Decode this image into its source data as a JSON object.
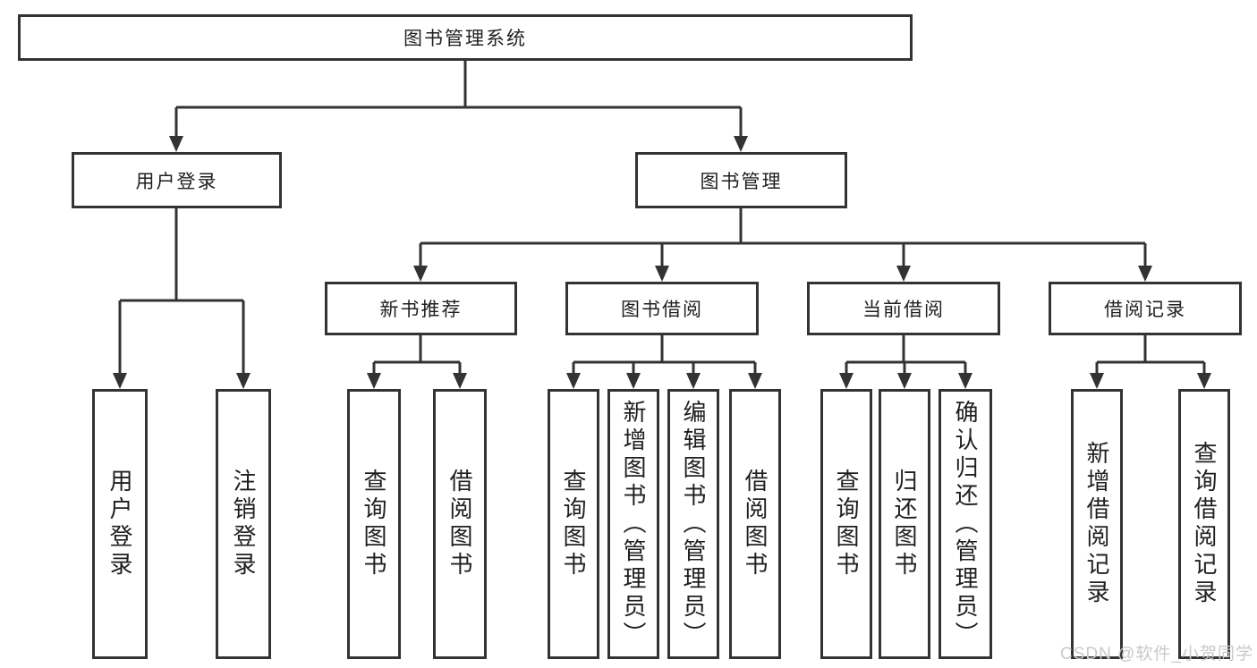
{
  "diagram": {
    "root": {
      "label": "图书管理系统"
    },
    "user_login": {
      "label": "用户登录",
      "children": [
        {
          "label": "用户登录"
        },
        {
          "label": "注销登录"
        }
      ]
    },
    "book_management": {
      "label": "图书管理",
      "children": [
        {
          "label": "新书推荐",
          "children": [
            {
              "label": "查询图书"
            },
            {
              "label": "借阅图书"
            }
          ]
        },
        {
          "label": "图书借阅",
          "children": [
            {
              "label": "查询图书"
            },
            {
              "label": "新增图书（管理员）"
            },
            {
              "label": "编辑图书（管理员）"
            },
            {
              "label": "借阅图书"
            }
          ]
        },
        {
          "label": "当前借阅",
          "children": [
            {
              "label": "查询图书"
            },
            {
              "label": "归还图书"
            },
            {
              "label": "确认归还（管理员）"
            }
          ]
        },
        {
          "label": "借阅记录",
          "children": [
            {
              "label": "新增借阅记录"
            },
            {
              "label": "查询借阅记录"
            }
          ]
        }
      ]
    }
  },
  "watermark": {
    "text": "CSDN @软件_小贺同学"
  },
  "colors": {
    "line": "#333333",
    "text": "#1f1f1f",
    "background": "#ffffff",
    "watermark": "#c9c9c9"
  }
}
